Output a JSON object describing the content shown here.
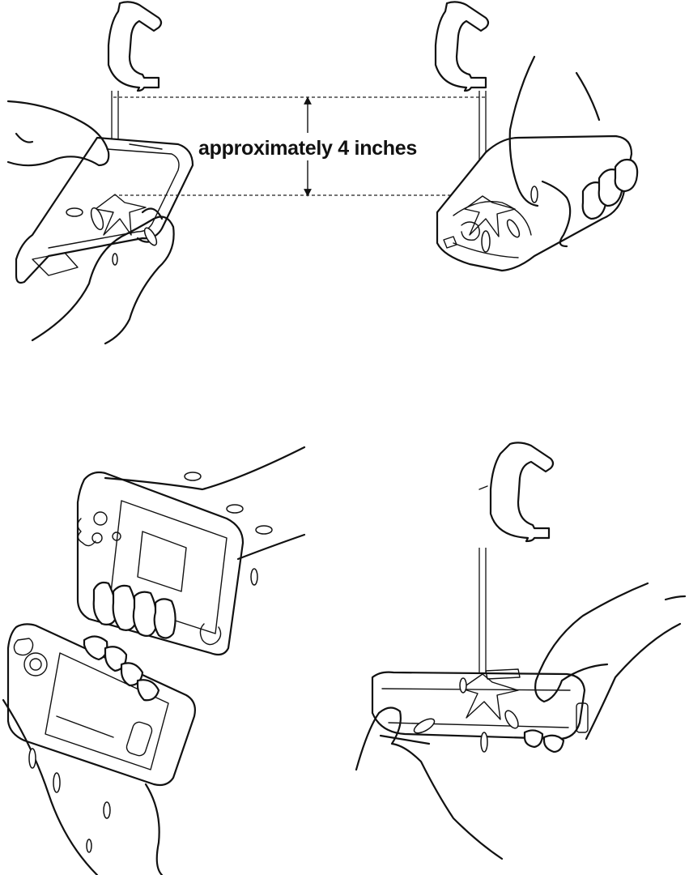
{
  "annotation": {
    "distance_label": "approximately 4 inches"
  },
  "panels": [
    {
      "name": "rinse-front-top-left"
    },
    {
      "name": "rinse-back-top-right"
    },
    {
      "name": "separate-halves-bottom-left"
    },
    {
      "name": "rinse-edge-bottom-right"
    }
  ]
}
